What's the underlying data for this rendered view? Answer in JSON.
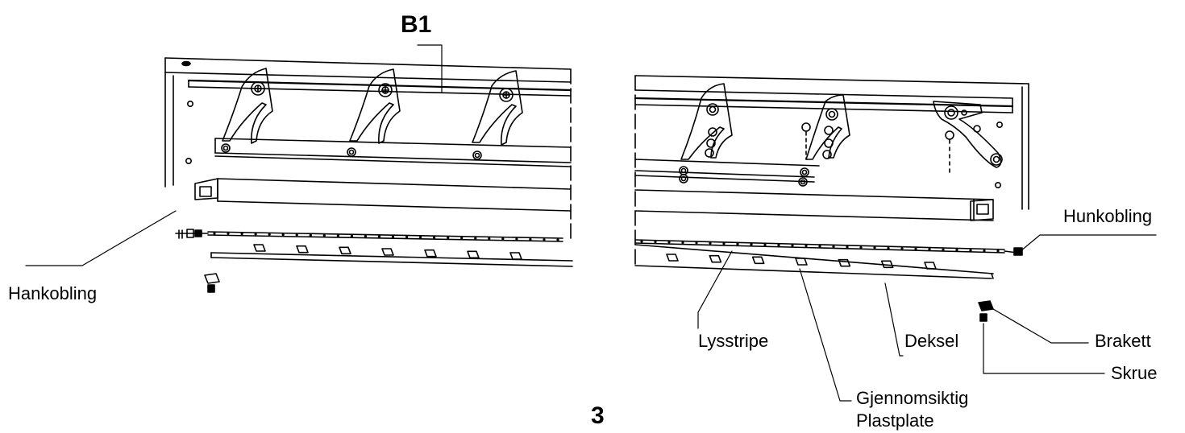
{
  "figure": {
    "callout_top": "B1",
    "step_number": "3"
  },
  "labels": {
    "hankobling": "Hankobling",
    "hunkobling": "Hunkobling",
    "lysstripe": "Lysstripe",
    "deksel": "Deksel",
    "brakett": "Brakett",
    "skrue": "Skrue",
    "plastplate_line1": "Gjennomsiktig",
    "plastplate_line2": "Plastplate"
  }
}
